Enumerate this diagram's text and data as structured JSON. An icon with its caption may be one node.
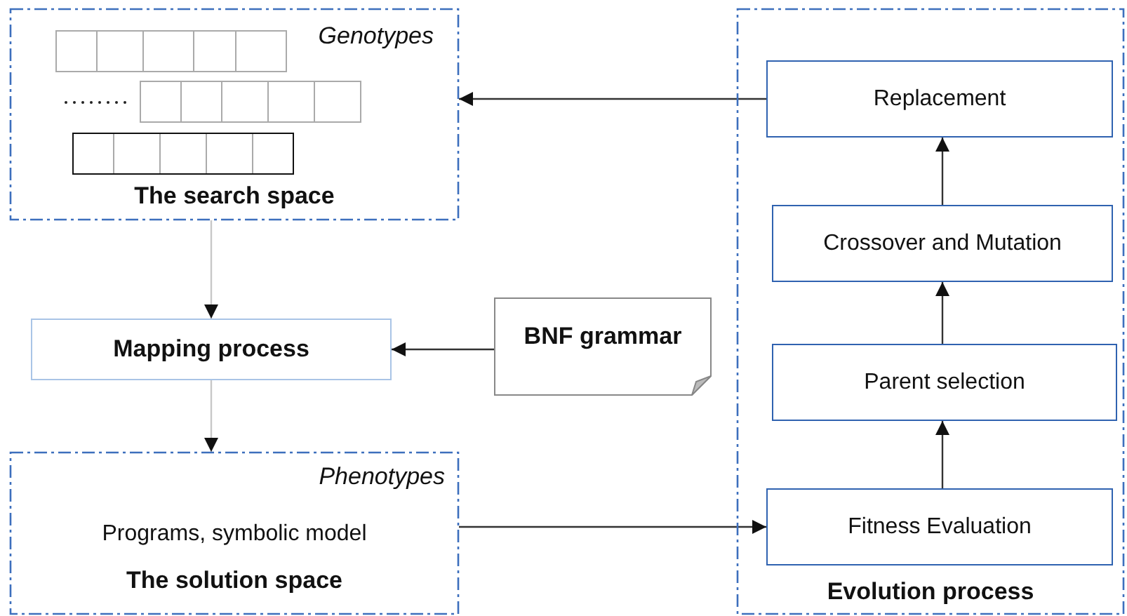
{
  "diagram": {
    "nodes": [
      {
        "text": [
          "Genotypes",
          "The search space"
        ]
      },
      {
        "text": [
          "Mapping process"
        ]
      },
      {
        "text": [
          "BNF grammar"
        ]
      },
      {
        "text": [
          "Phenotypes",
          "Programs, symbolic model",
          "The solution space"
        ]
      },
      {
        "text": [
          "Evolution process"
        ]
      },
      {
        "text": [
          "Replacement"
        ],
        "in": 4
      },
      {
        "text": [
          "Crossover and Mutation"
        ],
        "in": 4
      },
      {
        "text": [
          "Parent selection"
        ],
        "in": 4
      },
      {
        "text": [
          "Fitness Evaluation"
        ],
        "in": 4
      }
    ],
    "edges": [
      {
        "from": 0,
        "to": 1,
        "arrow": "to",
        "color": "#c8c8c8"
      },
      {
        "from": 1,
        "to": 3,
        "arrow": "to",
        "color": "#c8c8c8"
      },
      {
        "from": 2,
        "to": 1,
        "arrow": "to"
      },
      {
        "from": 3,
        "to": 8,
        "arrow": "to"
      },
      {
        "from": 5,
        "to": 0,
        "arrow": "to"
      },
      {
        "from": 8,
        "to": 7,
        "arrow": "to"
      },
      {
        "from": 7,
        "to": 6,
        "arrow": "to"
      },
      {
        "from": 6,
        "to": 5,
        "arrow": "to"
      }
    ]
  }
}
